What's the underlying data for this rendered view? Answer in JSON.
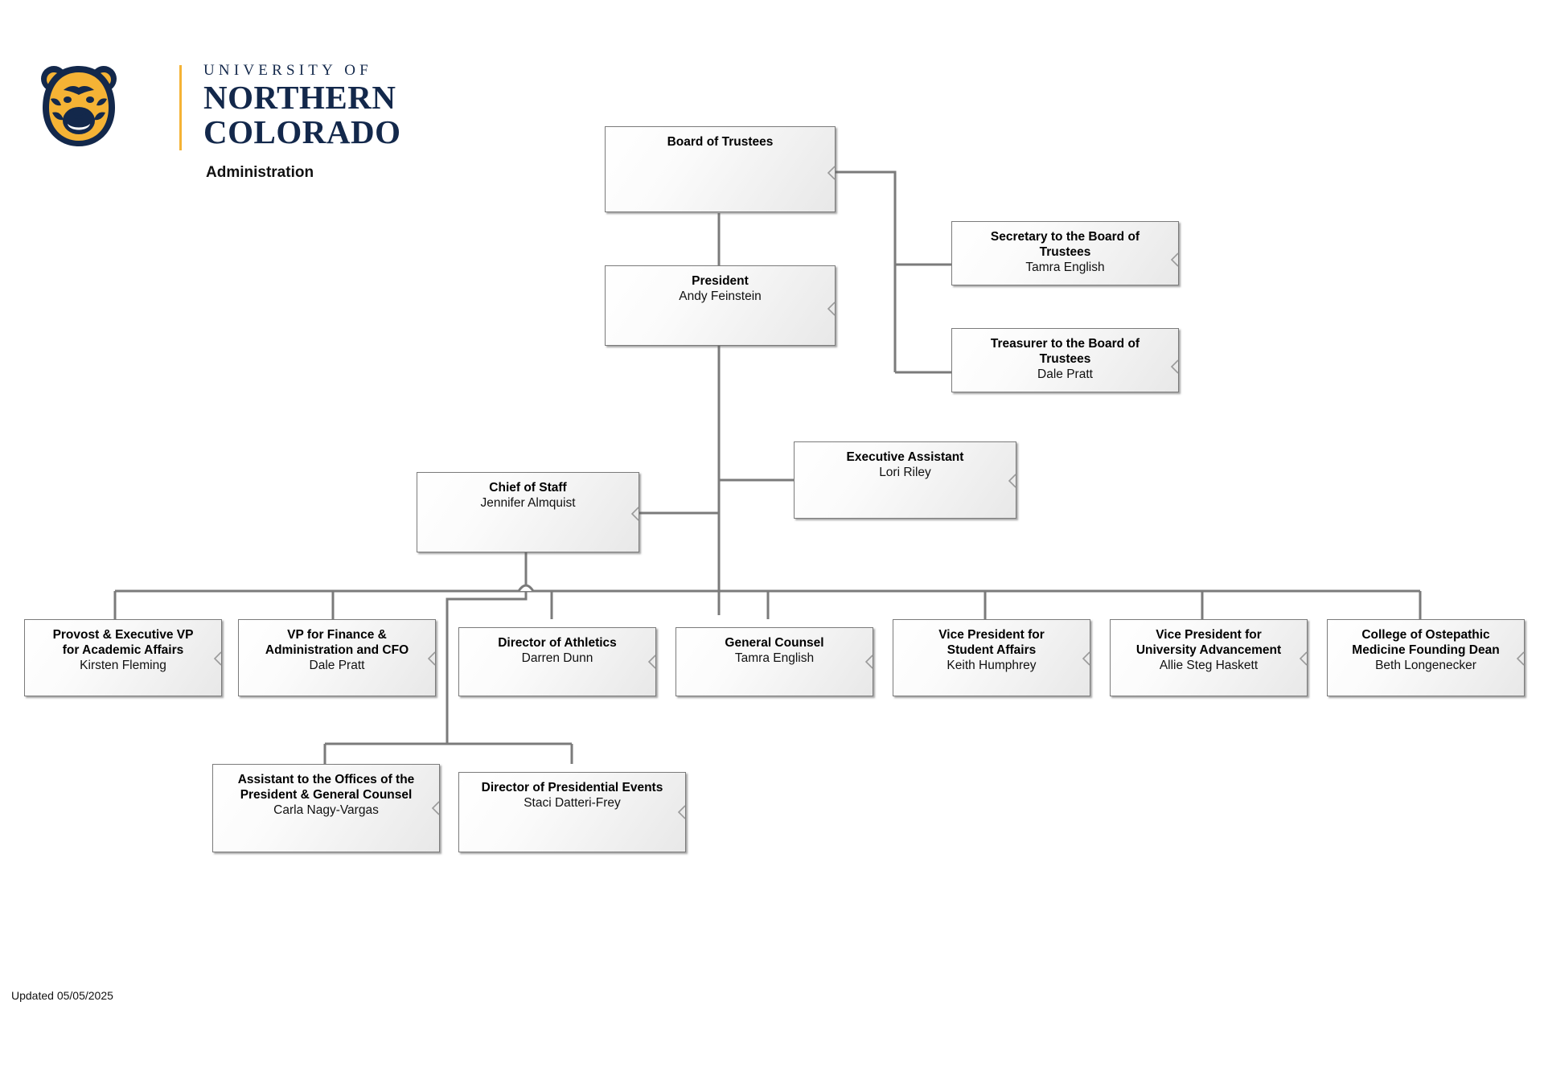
{
  "header": {
    "wordmark_line1": "UNIVERSITY OF",
    "wordmark_line2": "NORTHERN",
    "wordmark_line3": "COLORADO",
    "subtitle": "Administration",
    "logo_icon": "bear-mascot-icon",
    "brand_navy": "#13284b",
    "brand_gold": "#f5b335"
  },
  "footer": {
    "updated": "Updated 05/05/2025"
  },
  "chart_data": {
    "type": "diagram",
    "title": "University of Northern Colorado Administration Organizational Chart",
    "nodes": [
      {
        "id": "board",
        "title": "Board of Trustees",
        "person": ""
      },
      {
        "id": "president",
        "title": "President",
        "person": "Andy Feinstein"
      },
      {
        "id": "secretary",
        "title": "Secretary to the Board of\nTrustees",
        "person": "Tamra English"
      },
      {
        "id": "treasurer",
        "title": "Treasurer to the Board of\nTrustees",
        "person": "Dale Pratt"
      },
      {
        "id": "execasst",
        "title": "Executive Assistant",
        "person": "Lori Riley"
      },
      {
        "id": "chiefofstaff",
        "title": "Chief of Staff",
        "person": "Jennifer Almquist"
      },
      {
        "id": "provost",
        "title": "Provost & Executive VP\nfor Academic Affairs",
        "person": "Kirsten Fleming"
      },
      {
        "id": "vpfinance",
        "title": "VP for Finance &\nAdministration and CFO",
        "person": "Dale Pratt"
      },
      {
        "id": "athletics",
        "title": "Director of Athletics",
        "person": "Darren Dunn"
      },
      {
        "id": "counsel",
        "title": "General Counsel",
        "person": "Tamra English"
      },
      {
        "id": "vpstudent",
        "title": "Vice President for\nStudent Affairs",
        "person": "Keith Humphrey"
      },
      {
        "id": "vpadvance",
        "title": "Vice President for\nUniversity Advancement",
        "person": "Allie Steg Haskett"
      },
      {
        "id": "comdean",
        "title": "College of Ostepathic\nMedicine Founding Dean",
        "person": "Beth Longenecker"
      },
      {
        "id": "assistant",
        "title": "Assistant to the Offices of the\nPresident & General Counsel",
        "person": "Carla Nagy-Vargas"
      },
      {
        "id": "events",
        "title": "Director of Presidential Events",
        "person": "Staci Datteri-Frey"
      }
    ],
    "edges": [
      {
        "from": "board",
        "to": "president"
      },
      {
        "from": "board",
        "to": "secretary"
      },
      {
        "from": "board",
        "to": "treasurer"
      },
      {
        "from": "president",
        "to": "execasst"
      },
      {
        "from": "president",
        "to": "chiefofstaff"
      },
      {
        "from": "president",
        "to": "provost"
      },
      {
        "from": "president",
        "to": "vpfinance"
      },
      {
        "from": "president",
        "to": "athletics"
      },
      {
        "from": "president",
        "to": "counsel"
      },
      {
        "from": "president",
        "to": "vpstudent"
      },
      {
        "from": "president",
        "to": "vpadvance"
      },
      {
        "from": "president",
        "to": "comdean"
      },
      {
        "from": "chiefofstaff",
        "to": "assistant"
      },
      {
        "from": "chiefofstaff",
        "to": "events"
      }
    ],
    "style": {
      "line_color": "#7b7b7b",
      "box_border": "#7b7b7b",
      "box_fill_light": "#ffffff",
      "box_fill_dark": "#e8e8e8"
    }
  }
}
